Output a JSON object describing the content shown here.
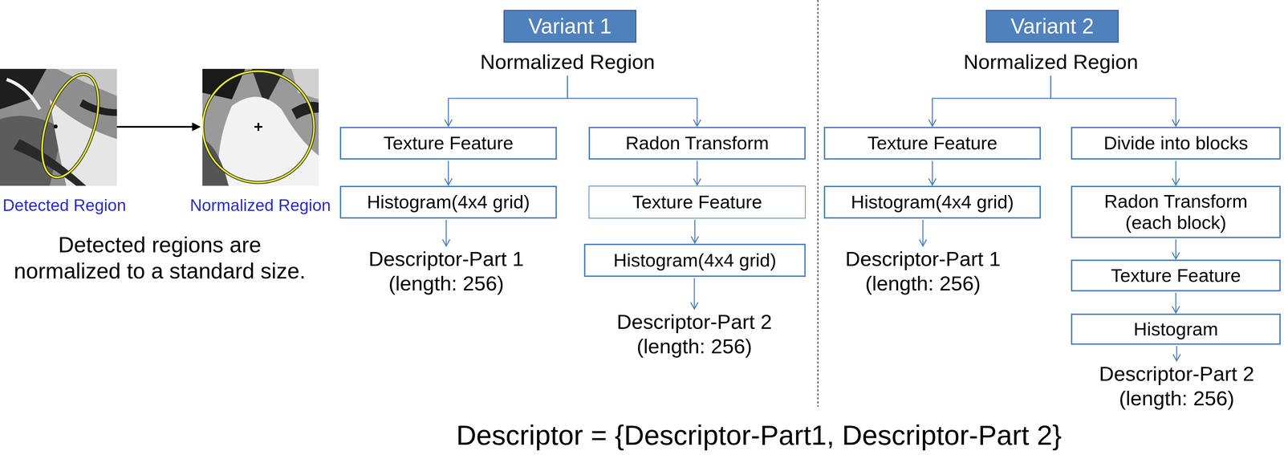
{
  "diagram": {
    "caption": "Descriptor = {Descriptor-Part1, Descriptor-Part 2}",
    "nodes": [
      {
        "text": [
          "Variant 1"
        ]
      },
      {
        "text": [
          "Normalized Region"
        ]
      },
      {
        "text": [
          "Texture Feature"
        ]
      },
      {
        "text": [
          "Histogram(4x4 grid)"
        ]
      },
      {
        "text": [
          "Descriptor-Part 1 (length: 256)"
        ]
      },
      {
        "text": [
          "Radon Transform"
        ]
      },
      {
        "text": [
          "Texture Feature"
        ]
      },
      {
        "text": [
          "Histogram(4x4 grid)"
        ]
      },
      {
        "text": [
          "Descriptor-Part 2 (length: 256)"
        ]
      },
      {
        "text": [
          "Variant 2"
        ]
      },
      {
        "text": [
          "Normalized Region"
        ]
      },
      {
        "text": [
          "Texture Feature"
        ]
      },
      {
        "text": [
          "Histogram(4x4 grid)"
        ]
      },
      {
        "text": [
          "Descriptor-Part 1 (length: 256)"
        ]
      },
      {
        "text": [
          "Divide into blocks"
        ]
      },
      {
        "text": [
          "Radon Transform (each block)"
        ]
      },
      {
        "text": [
          "Texture Feature"
        ]
      },
      {
        "text": [
          "Histogram"
        ]
      },
      {
        "text": [
          "Descriptor-Part 2 (length: 256)"
        ]
      }
    ],
    "edges": [
      {
        "from": 1,
        "to": 2,
        "arrow": "to"
      },
      {
        "from": 2,
        "to": 3,
        "arrow": "to"
      },
      {
        "from": 3,
        "to": 4,
        "arrow": "to"
      },
      {
        "from": 1,
        "to": 5,
        "arrow": "to"
      },
      {
        "from": 5,
        "to": 6,
        "arrow": "to"
      },
      {
        "from": 6,
        "to": 7,
        "arrow": "to"
      },
      {
        "from": 7,
        "to": 8,
        "arrow": "to"
      },
      {
        "from": 10,
        "to": 11,
        "arrow": "to"
      },
      {
        "from": 11,
        "to": 12,
        "arrow": "to"
      },
      {
        "from": 12,
        "to": 13,
        "arrow": "to"
      },
      {
        "from": 10,
        "to": 14,
        "arrow": "to"
      },
      {
        "from": 14,
        "to": 15,
        "arrow": "to"
      },
      {
        "from": 15,
        "to": 16,
        "arrow": "to"
      },
      {
        "from": 16,
        "to": 17,
        "arrow": "to"
      },
      {
        "from": 17,
        "to": 18,
        "arrow": "to"
      }
    ],
    "labels": [
      "Detected Region",
      "Normalized Region",
      "Detected regions are normalized to a standard size."
    ]
  }
}
